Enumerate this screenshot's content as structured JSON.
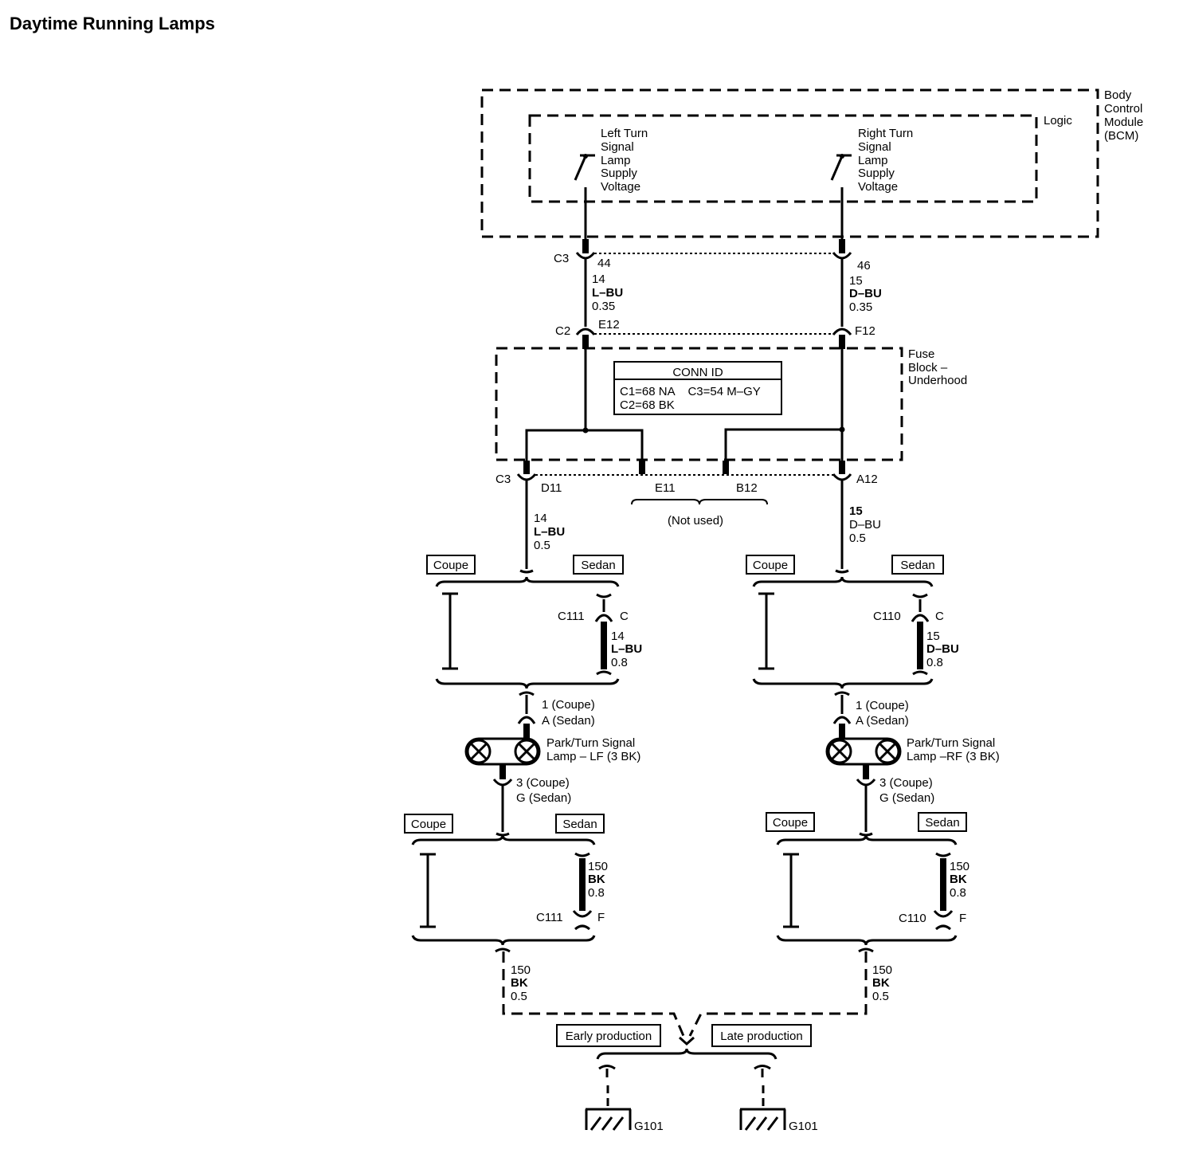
{
  "title": "Daytime Running Lamps",
  "bcm": {
    "label_lines": [
      "Body",
      "Control",
      "Module",
      "(BCM)"
    ],
    "logic_label": "Logic",
    "left_switch_lines": [
      "Left Turn",
      "Signal",
      "Lamp",
      "Supply",
      "Voltage"
    ],
    "right_switch_lines": [
      "Right Turn",
      "Signal",
      "Lamp",
      "Supply",
      "Voltage"
    ]
  },
  "connectors": {
    "c3_top": "C3",
    "c3_top_left_pin": "44",
    "c3_top_right_pin": "46",
    "c2": "C2",
    "c2_left_pin": "E12",
    "c2_right_pin": "F12",
    "c3_bottom": "C3",
    "c3_pin_d11": "D11",
    "c3_pin_e11": "E11",
    "c3_pin_b12": "B12",
    "c3_pin_a12": "A12",
    "not_used": "(Not used)",
    "c111": "C111",
    "c111_pin_c": "C",
    "c111_pin_f": "F",
    "c110": "C110",
    "c110_pin_c": "C",
    "c110_pin_f": "F"
  },
  "wires": {
    "left_top": [
      "14",
      "L–BU",
      "0.35"
    ],
    "right_top": [
      "15",
      "D–BU",
      "0.35"
    ],
    "left_mid": [
      "14",
      "L–BU",
      "0.5"
    ],
    "right_mid": [
      "15",
      "D–BU",
      "0.5"
    ],
    "left_sedan": [
      "14",
      "L–BU",
      "0.8"
    ],
    "right_sedan": [
      "15",
      "D–BU",
      "0.8"
    ],
    "left_ground_sedan": [
      "150",
      "BK",
      "0.8"
    ],
    "right_ground_sedan": [
      "150",
      "BK",
      "0.8"
    ],
    "left_ground": [
      "150",
      "BK",
      "0.5"
    ],
    "right_ground": [
      "150",
      "BK",
      "0.5"
    ]
  },
  "fuse_block": {
    "label_lines": [
      "Fuse",
      "Block –",
      "Underhood"
    ],
    "conn_id_title": "CONN ID",
    "conn_id_lines": [
      "C1=68 NA    C3=54 M–GY",
      "C2=68 BK"
    ]
  },
  "options": {
    "coupe": "Coupe",
    "sedan": "Sedan",
    "early": "Early production",
    "late": "Late production"
  },
  "lamps": {
    "lf_lines": [
      "Park/Turn Signal",
      "Lamp – LF (3 BK)"
    ],
    "rf_lines": [
      "Park/Turn Signal",
      "Lamp –RF (3 BK)"
    ],
    "pin_top_lines": [
      "1 (Coupe)",
      "A (Sedan)"
    ],
    "pin_bottom_lines": [
      "3 (Coupe)",
      "G (Sedan)"
    ]
  },
  "grounds": {
    "left": "G101",
    "right": "G101"
  }
}
